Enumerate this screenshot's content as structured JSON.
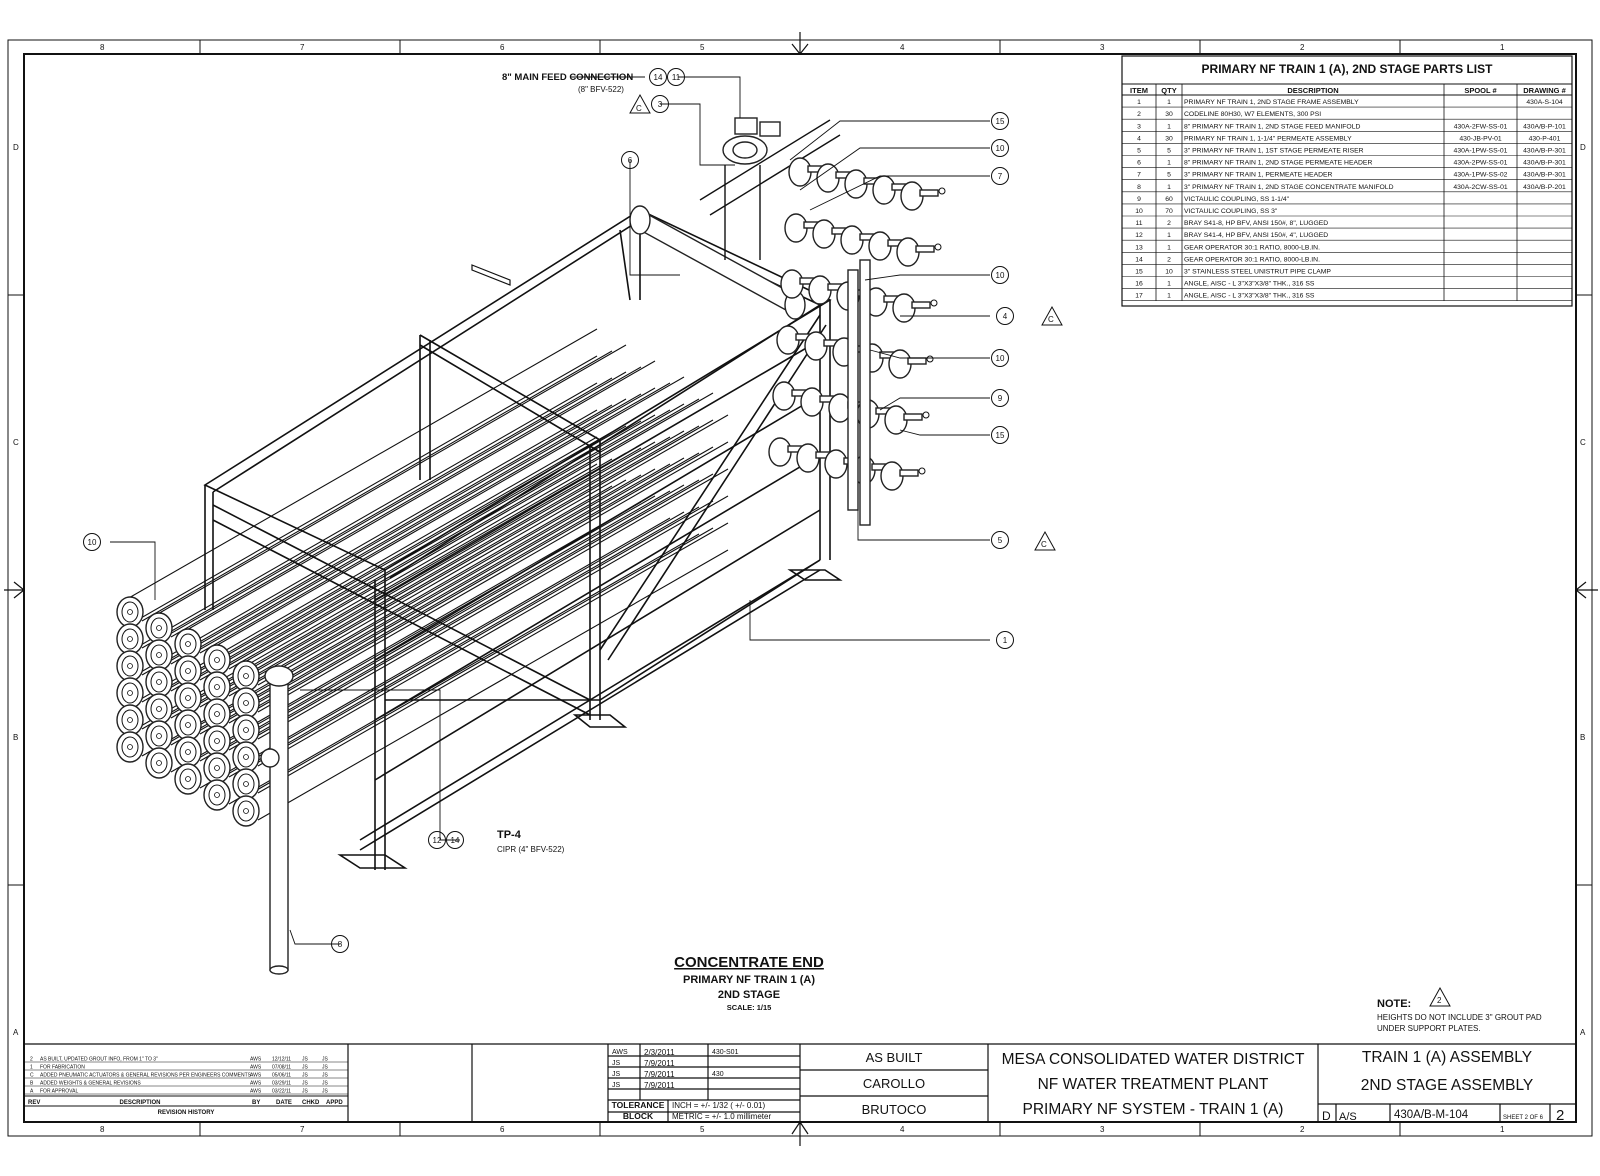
{
  "border": {
    "top_zones": [
      "8",
      "7",
      "6",
      "5",
      "4",
      "3",
      "2",
      "1"
    ],
    "bottom_zones": [
      "8",
      "7",
      "6",
      "5",
      "4",
      "3",
      "2",
      "1"
    ],
    "left_zones": [
      "D",
      "C",
      "B",
      "A"
    ],
    "right_zones": [
      "D",
      "C",
      "B",
      "A"
    ]
  },
  "parts_list": {
    "title": "PRIMARY NF TRAIN 1 (A), 2ND STAGE PARTS LIST",
    "headers": [
      "ITEM",
      "QTY",
      "DESCRIPTION",
      "SPOOL #",
      "DRAWING #"
    ],
    "rows": [
      [
        "1",
        "1",
        "PRIMARY NF TRAIN 1, 2ND STAGE FRAME ASSEMBLY",
        "",
        "430A-S-104"
      ],
      [
        "2",
        "30",
        "CODELINE 80H30, W7 ELEMENTS, 300 PSI",
        "",
        ""
      ],
      [
        "3",
        "1",
        "8\" PRIMARY NF TRAIN 1, 2ND STAGE FEED MANIFOLD",
        "430A-2FW-SS-01",
        "430A/B-P-101"
      ],
      [
        "4",
        "30",
        "PRIMARY NF TRAIN 1, 1-1/4\" PERMEATE ASSEMBLY",
        "430-JB-PV-01",
        "430-P-401"
      ],
      [
        "5",
        "5",
        "3\" PRIMARY NF TRAIN 1, 1ST STAGE PERMEATE RISER",
        "430A-1PW-SS-01",
        "430A/B-P-301"
      ],
      [
        "6",
        "1",
        "8\" PRIMARY NF TRAIN 1, 2ND STAGE PERMEATE HEADER",
        "430A-2PW-SS-01",
        "430A/B-P-301"
      ],
      [
        "7",
        "5",
        "3\" PRIMARY NF TRAIN 1, PERMEATE HEADER",
        "430A-1PW-SS-02",
        "430A/B-P-301"
      ],
      [
        "8",
        "1",
        "3\" PRIMARY NF TRAIN 1, 2ND STAGE CONCENTRATE MANIFOLD",
        "430A-2CW-SS-01",
        "430A/B-P-201"
      ],
      [
        "9",
        "60",
        "VICTAULIC COUPLING, SS 1-1/4\"",
        "",
        ""
      ],
      [
        "10",
        "70",
        "VICTAULIC COUPLING, SS 3\"",
        "",
        ""
      ],
      [
        "11",
        "2",
        "BRAY S41-8, HP BFV, ANSI 150#, 8\", LUGGED",
        "",
        ""
      ],
      [
        "12",
        "1",
        "BRAY S41-4, HP BFV, ANSI 150#, 4\", LUGGED",
        "",
        ""
      ],
      [
        "13",
        "1",
        "GEAR OPERATOR 30:1 RATIO, 8000-LB.IN.",
        "",
        ""
      ],
      [
        "14",
        "2",
        "GEAR OPERATOR 30:1 RATIO, 8000-LB.IN.",
        "",
        ""
      ],
      [
        "15",
        "10",
        "3\" STAINLESS STEEL UNISTRUT PIPE CLAMP",
        "",
        ""
      ],
      [
        "16",
        "1",
        "ANGLE, AISC - L 3\"X3\"X3/8\" THK., 316 SS",
        "",
        ""
      ],
      [
        "17",
        "1",
        "ANGLE, AISC - L 3\"X3\"X3/8\" THK., 316 SS",
        "",
        ""
      ]
    ]
  },
  "callouts": {
    "main_feed_label": "8\" MAIN FEED CONNECTION",
    "main_feed_sub": "(8\" BFV-522)",
    "main_feed_balloons": [
      "14",
      "11"
    ],
    "tp4_label": "TP-4",
    "tp4_sub": "CIPR (4\" BFV-522)",
    "tp4_balloons": [
      "12",
      "14"
    ],
    "delta_mark": "C",
    "balloons": [
      {
        "num": "3"
      },
      {
        "num": "6"
      },
      {
        "num": "15"
      },
      {
        "num": "10"
      },
      {
        "num": "7"
      },
      {
        "num": "10"
      },
      {
        "num": "4"
      },
      {
        "num": "10"
      },
      {
        "num": "9"
      },
      {
        "num": "15"
      },
      {
        "num": "5"
      },
      {
        "num": "1"
      },
      {
        "num": "10"
      },
      {
        "num": "8"
      }
    ]
  },
  "view": {
    "title": "CONCENTRATE END",
    "line1": "PRIMARY NF TRAIN 1 (A)",
    "line2": "2ND STAGE",
    "scale": "SCALE: 1/15"
  },
  "note": {
    "label": "NOTE:",
    "rev_mark": "2",
    "text1": "HEIGHTS DO NOT INCLUDE 3\" GROUT PAD",
    "text2": "UNDER SUPPORT PLATES."
  },
  "revisions": {
    "header_rev": "REV",
    "header_desc": "DESCRIPTION",
    "header_by": "BY",
    "header_date": "DATE",
    "header_chkd": "CHKD",
    "header_appd": "APPD",
    "footer": "REVISION HISTORY",
    "rows": [
      [
        "2",
        "AS BUILT, UPDATED GROUT INFO, FROM 1\" TO 3\"",
        "AWS",
        "12/12/11",
        "JS",
        "JS"
      ],
      [
        "1",
        "FOR FABRICATION",
        "AWS",
        "07/08/11",
        "JS",
        "JS"
      ],
      [
        "C",
        "ADDED PNEUMATIC ACTUATORS & GENERAL REVISIONS PER ENGINEERS COMMENTS",
        "AWS",
        "05/06/11",
        "JS",
        "JS"
      ],
      [
        "B",
        "ADDED WEIGHTS & GENERAL REVISIONS",
        "AWS",
        "03/29/11",
        "JS",
        "JS"
      ],
      [
        "A",
        "FOR APPROVAL",
        "AWS",
        "03/22/11",
        "JS",
        "JS"
      ]
    ]
  },
  "signoff": {
    "rows": [
      {
        "initials": "AWS",
        "date": "2/3/2011",
        "ref": "430-S01"
      },
      {
        "initials": "JS",
        "date": "7/9/2011",
        "ref": ""
      },
      {
        "initials": "JS",
        "date": "7/9/2011",
        "ref": "430"
      },
      {
        "initials": "JS",
        "date": "7/9/2011",
        "ref": ""
      }
    ],
    "tolerance_label1": "TOLERANCE",
    "tolerance_label2": "BLOCK",
    "inch": "INCH = +/- 1/32 ( +/- 0.01)",
    "metric": "METRIC = +/- 1.0 millimeter"
  },
  "status": {
    "status": "AS BUILT",
    "engineer": "CAROLLO",
    "contractor": "BRUTOCO"
  },
  "project": {
    "line1": "MESA CONSOLIDATED WATER DISTRICT",
    "line2": "NF WATER TREATMENT PLANT",
    "line3": "PRIMARY NF SYSTEM - TRAIN 1 (A)"
  },
  "drawing": {
    "title1": "TRAIN 1 (A) ASSEMBLY",
    "title2": "2ND STAGE ASSEMBLY",
    "size": "D",
    "scale": "A/S",
    "number": "430A/B-M-104",
    "sheet": "SHEET 2 OF 6",
    "rev": "2"
  }
}
